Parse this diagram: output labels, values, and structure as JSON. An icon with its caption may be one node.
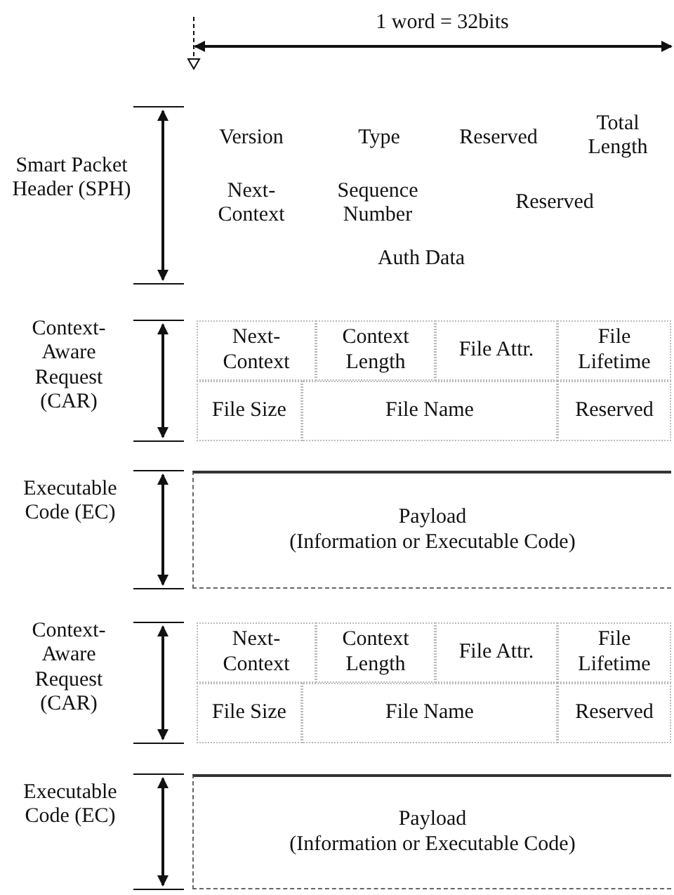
{
  "diagram": {
    "nodes": [
      {
        "text": [
          "Version"
        ]
      },
      {
        "text": [
          "Type"
        ]
      },
      {
        "text": [
          "Reserved"
        ]
      },
      {
        "text": [
          "Total Length"
        ]
      },
      {
        "text": [
          "Next-Context"
        ]
      },
      {
        "text": [
          "Sequence Number"
        ]
      },
      {
        "text": [
          "Reserved"
        ]
      },
      {
        "text": [
          "Auth Data"
        ]
      },
      {
        "text": [
          "Next-Context"
        ]
      },
      {
        "text": [
          "Context Length"
        ]
      },
      {
        "text": [
          "File Attr."
        ]
      },
      {
        "text": [
          "File Lifetime"
        ]
      },
      {
        "text": [
          "File Size"
        ]
      },
      {
        "text": [
          "File Name"
        ]
      },
      {
        "text": [
          "Reserved"
        ]
      },
      {
        "text": [
          "Payload",
          "(Information or Executable Code)"
        ]
      },
      {
        "text": [
          "Next-Context"
        ]
      },
      {
        "text": [
          "Context Length"
        ]
      },
      {
        "text": [
          "File Attr."
        ]
      },
      {
        "text": [
          "File Lifetime"
        ]
      },
      {
        "text": [
          "File Size"
        ]
      },
      {
        "text": [
          "File Name"
        ]
      },
      {
        "text": [
          "Reserved"
        ]
      },
      {
        "text": [
          "Payload",
          "(Information or Executable Code)"
        ]
      }
    ],
    "labels": [
      "1 word = 32bits",
      "Smart Packet Header (SPH)",
      "Context-Aware Request (CAR)",
      "Executable Code (EC)",
      "Context-Aware Request (CAR)",
      "Executable Code (EC)"
    ]
  }
}
